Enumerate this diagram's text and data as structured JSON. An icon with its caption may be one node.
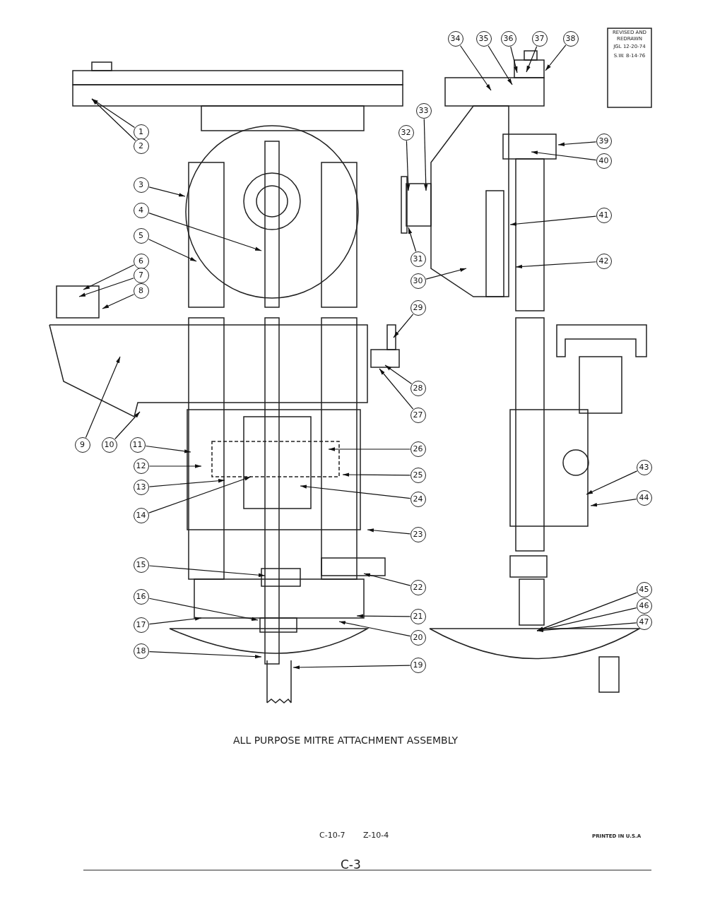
{
  "diagram": {
    "title": "ALL PURPOSE MITRE ATTACHMENT ASSEMBLY",
    "nodes": [
      {
        "text": [
          "1"
        ]
      },
      {
        "text": [
          "2"
        ]
      },
      {
        "text": [
          "3"
        ]
      },
      {
        "text": [
          "4"
        ]
      },
      {
        "text": [
          "5"
        ]
      },
      {
        "text": [
          "6"
        ]
      },
      {
        "text": [
          "7"
        ]
      },
      {
        "text": [
          "8"
        ]
      },
      {
        "text": [
          "9"
        ]
      },
      {
        "text": [
          "10"
        ]
      },
      {
        "text": [
          "11"
        ]
      },
      {
        "text": [
          "12"
        ]
      },
      {
        "text": [
          "13"
        ]
      },
      {
        "text": [
          "14"
        ]
      },
      {
        "text": [
          "15"
        ]
      },
      {
        "text": [
          "16"
        ]
      },
      {
        "text": [
          "17"
        ]
      },
      {
        "text": [
          "18"
        ]
      },
      {
        "text": [
          "19"
        ]
      },
      {
        "text": [
          "20"
        ]
      },
      {
        "text": [
          "21"
        ]
      },
      {
        "text": [
          "22"
        ]
      },
      {
        "text": [
          "23"
        ]
      },
      {
        "text": [
          "24"
        ]
      },
      {
        "text": [
          "25"
        ]
      },
      {
        "text": [
          "26"
        ]
      },
      {
        "text": [
          "27"
        ]
      },
      {
        "text": [
          "28"
        ]
      },
      {
        "text": [
          "29"
        ]
      },
      {
        "text": [
          "30"
        ]
      },
      {
        "text": [
          "31"
        ]
      },
      {
        "text": [
          "32"
        ]
      },
      {
        "text": [
          "33"
        ]
      },
      {
        "text": [
          "34"
        ]
      },
      {
        "text": [
          "35"
        ]
      },
      {
        "text": [
          "36"
        ]
      },
      {
        "text": [
          "37"
        ]
      },
      {
        "text": [
          "38"
        ]
      },
      {
        "text": [
          "39"
        ]
      },
      {
        "text": [
          "40"
        ]
      },
      {
        "text": [
          "41"
        ]
      },
      {
        "text": [
          "42"
        ]
      },
      {
        "text": [
          "43"
        ]
      },
      {
        "text": [
          "44"
        ]
      },
      {
        "text": [
          "45"
        ]
      },
      {
        "text": [
          "46"
        ]
      },
      {
        "text": [
          "47"
        ]
      }
    ],
    "edges": [
      {
        "from": 0,
        "to": null,
        "arrow": "to"
      },
      {
        "from": 1,
        "to": null,
        "arrow": "to"
      },
      {
        "from": 2,
        "to": null,
        "arrow": "to"
      },
      {
        "from": 3,
        "to": null,
        "arrow": "to"
      },
      {
        "from": 4,
        "to": null,
        "arrow": "to"
      },
      {
        "from": 5,
        "to": null,
        "arrow": "to"
      },
      {
        "from": 6,
        "to": null,
        "arrow": "to"
      },
      {
        "from": 7,
        "to": null,
        "arrow": "to"
      },
      {
        "from": 8,
        "to": null,
        "arrow": "to"
      },
      {
        "from": 9,
        "to": null,
        "arrow": "to"
      },
      {
        "from": 10,
        "to": null,
        "arrow": "to"
      },
      {
        "from": 11,
        "to": null,
        "arrow": "to"
      },
      {
        "from": 12,
        "to": null,
        "arrow": "to"
      },
      {
        "from": 13,
        "to": null,
        "arrow": "to"
      },
      {
        "from": 14,
        "to": null,
        "arrow": "to"
      },
      {
        "from": 15,
        "to": null,
        "arrow": "to"
      },
      {
        "from": 16,
        "to": null,
        "arrow": "to"
      },
      {
        "from": 17,
        "to": null,
        "arrow": "to"
      },
      {
        "from": 18,
        "to": null,
        "arrow": "to"
      },
      {
        "from": 19,
        "to": null,
        "arrow": "to"
      },
      {
        "from": 20,
        "to": null,
        "arrow": "to"
      },
      {
        "from": 21,
        "to": null,
        "arrow": "to"
      },
      {
        "from": 22,
        "to": null,
        "arrow": "to"
      },
      {
        "from": 23,
        "to": null,
        "arrow": "to"
      },
      {
        "from": 24,
        "to": null,
        "arrow": "to"
      },
      {
        "from": 25,
        "to": null,
        "arrow": "to"
      },
      {
        "from": 26,
        "to": null,
        "arrow": "to"
      },
      {
        "from": 27,
        "to": null,
        "arrow": "to"
      },
      {
        "from": 28,
        "to": null,
        "arrow": "to"
      },
      {
        "from": 29,
        "to": null,
        "arrow": "to"
      },
      {
        "from": 30,
        "to": null,
        "arrow": "to"
      },
      {
        "from": 31,
        "to": null,
        "arrow": "to"
      },
      {
        "from": 32,
        "to": null,
        "arrow": "to"
      },
      {
        "from": 33,
        "to": null,
        "arrow": "to"
      },
      {
        "from": 34,
        "to": null,
        "arrow": "to"
      },
      {
        "from": 35,
        "to": null,
        "arrow": "to"
      },
      {
        "from": 36,
        "to": null,
        "arrow": "to"
      },
      {
        "from": 37,
        "to": null,
        "arrow": "to"
      },
      {
        "from": 38,
        "to": null,
        "arrow": "to"
      },
      {
        "from": 39,
        "to": null,
        "arrow": "to"
      },
      {
        "from": 40,
        "to": null,
        "arrow": "to"
      },
      {
        "from": 41,
        "to": null,
        "arrow": "to"
      },
      {
        "from": 42,
        "to": null,
        "arrow": "to"
      },
      {
        "from": 43,
        "to": null,
        "arrow": "to"
      },
      {
        "from": 44,
        "to": null,
        "arrow": "to"
      },
      {
        "from": 45,
        "to": null,
        "arrow": "to"
      },
      {
        "from": 46,
        "to": null,
        "arrow": "to"
      }
    ],
    "labels": [
      "REVISED AND REDRAWN",
      "JGL 12-20-74",
      "S.W. 8-14-76",
      "C-10-7",
      "Z-10-4",
      "PRINTED IN U.S.A",
      "C-3"
    ]
  }
}
